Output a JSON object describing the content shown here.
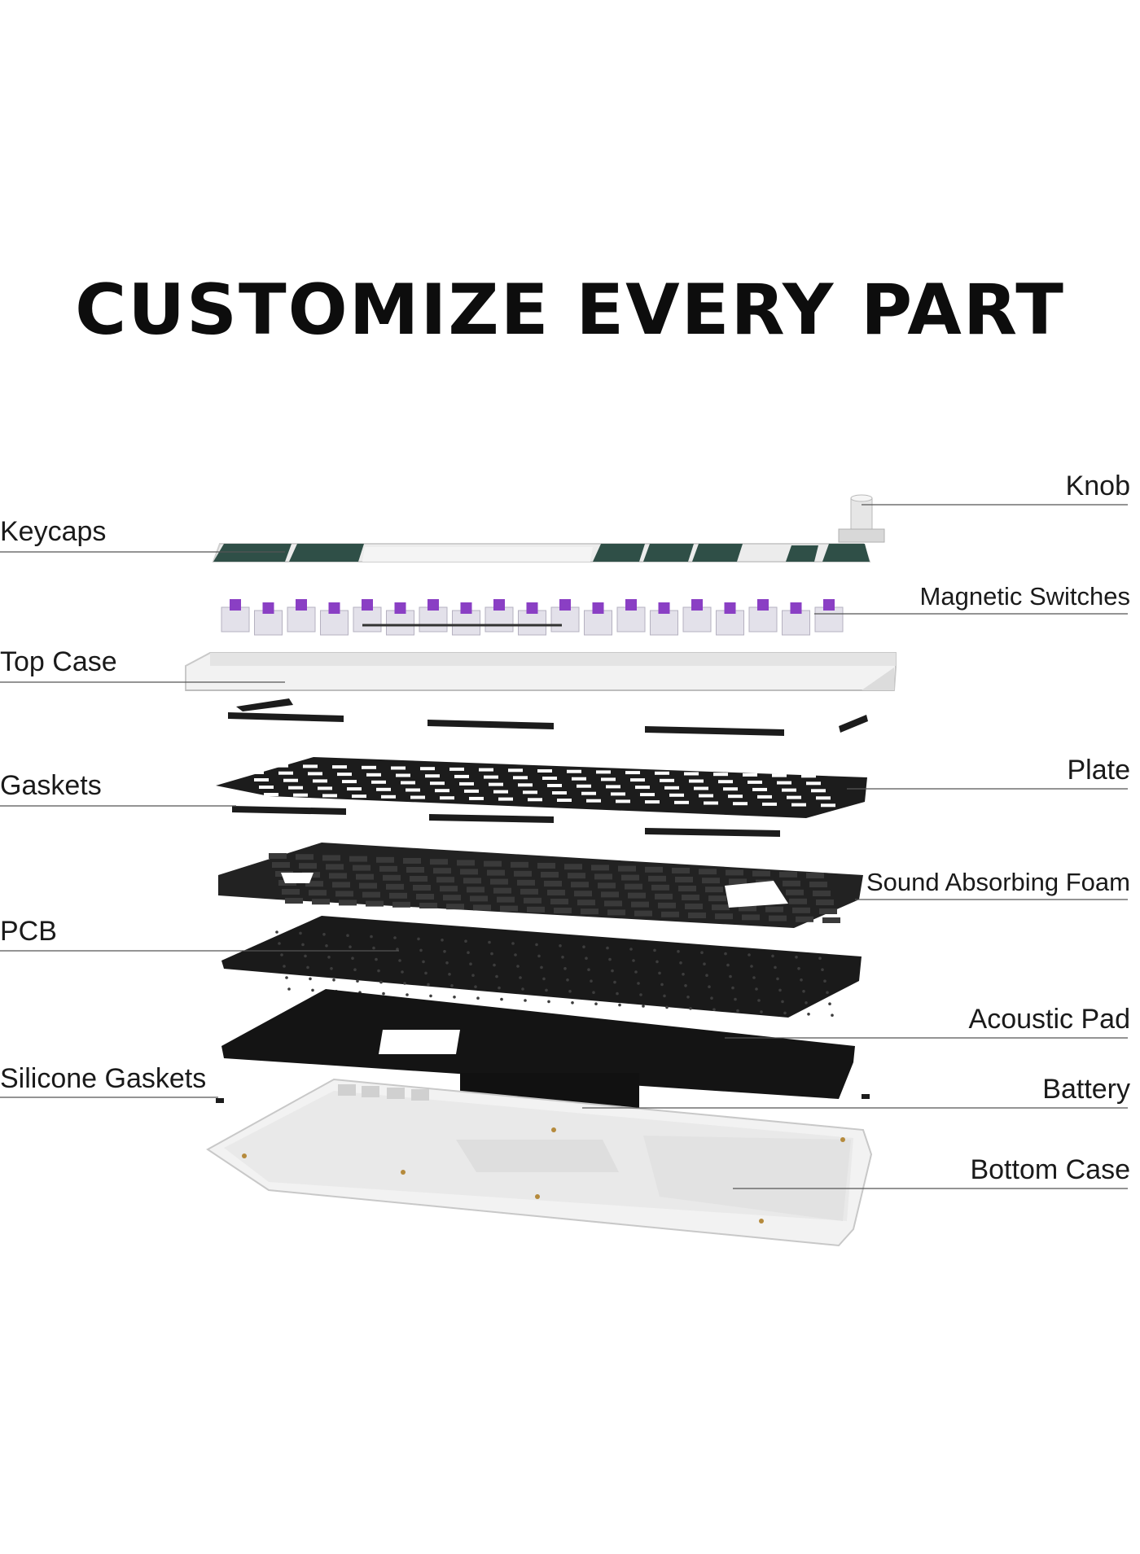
{
  "title": "CUSTOMIZE EVERY PART",
  "labels": {
    "left": {
      "keycaps": "Keycaps",
      "top_case": "Top Case",
      "gaskets": "Gaskets",
      "pcb": "PCB",
      "silicone_gaskets": "Silicone Gaskets"
    },
    "right": {
      "knob": "Knob",
      "magnetic_switches": "Magnetic Switches",
      "plate": "Plate",
      "sound_absorbing_foam": "Sound Absorbing Foam",
      "acoustic_pad": "Acoustic Pad",
      "battery": "Battery",
      "bottom_case": "Bottom Case"
    }
  },
  "colors": {
    "keycap_green": "#2f4f47",
    "keycap_white": "#ececec",
    "switch_purple": "#8a3fc4",
    "case_white": "#f2f2f2",
    "part_black": "#1c1c1c"
  }
}
